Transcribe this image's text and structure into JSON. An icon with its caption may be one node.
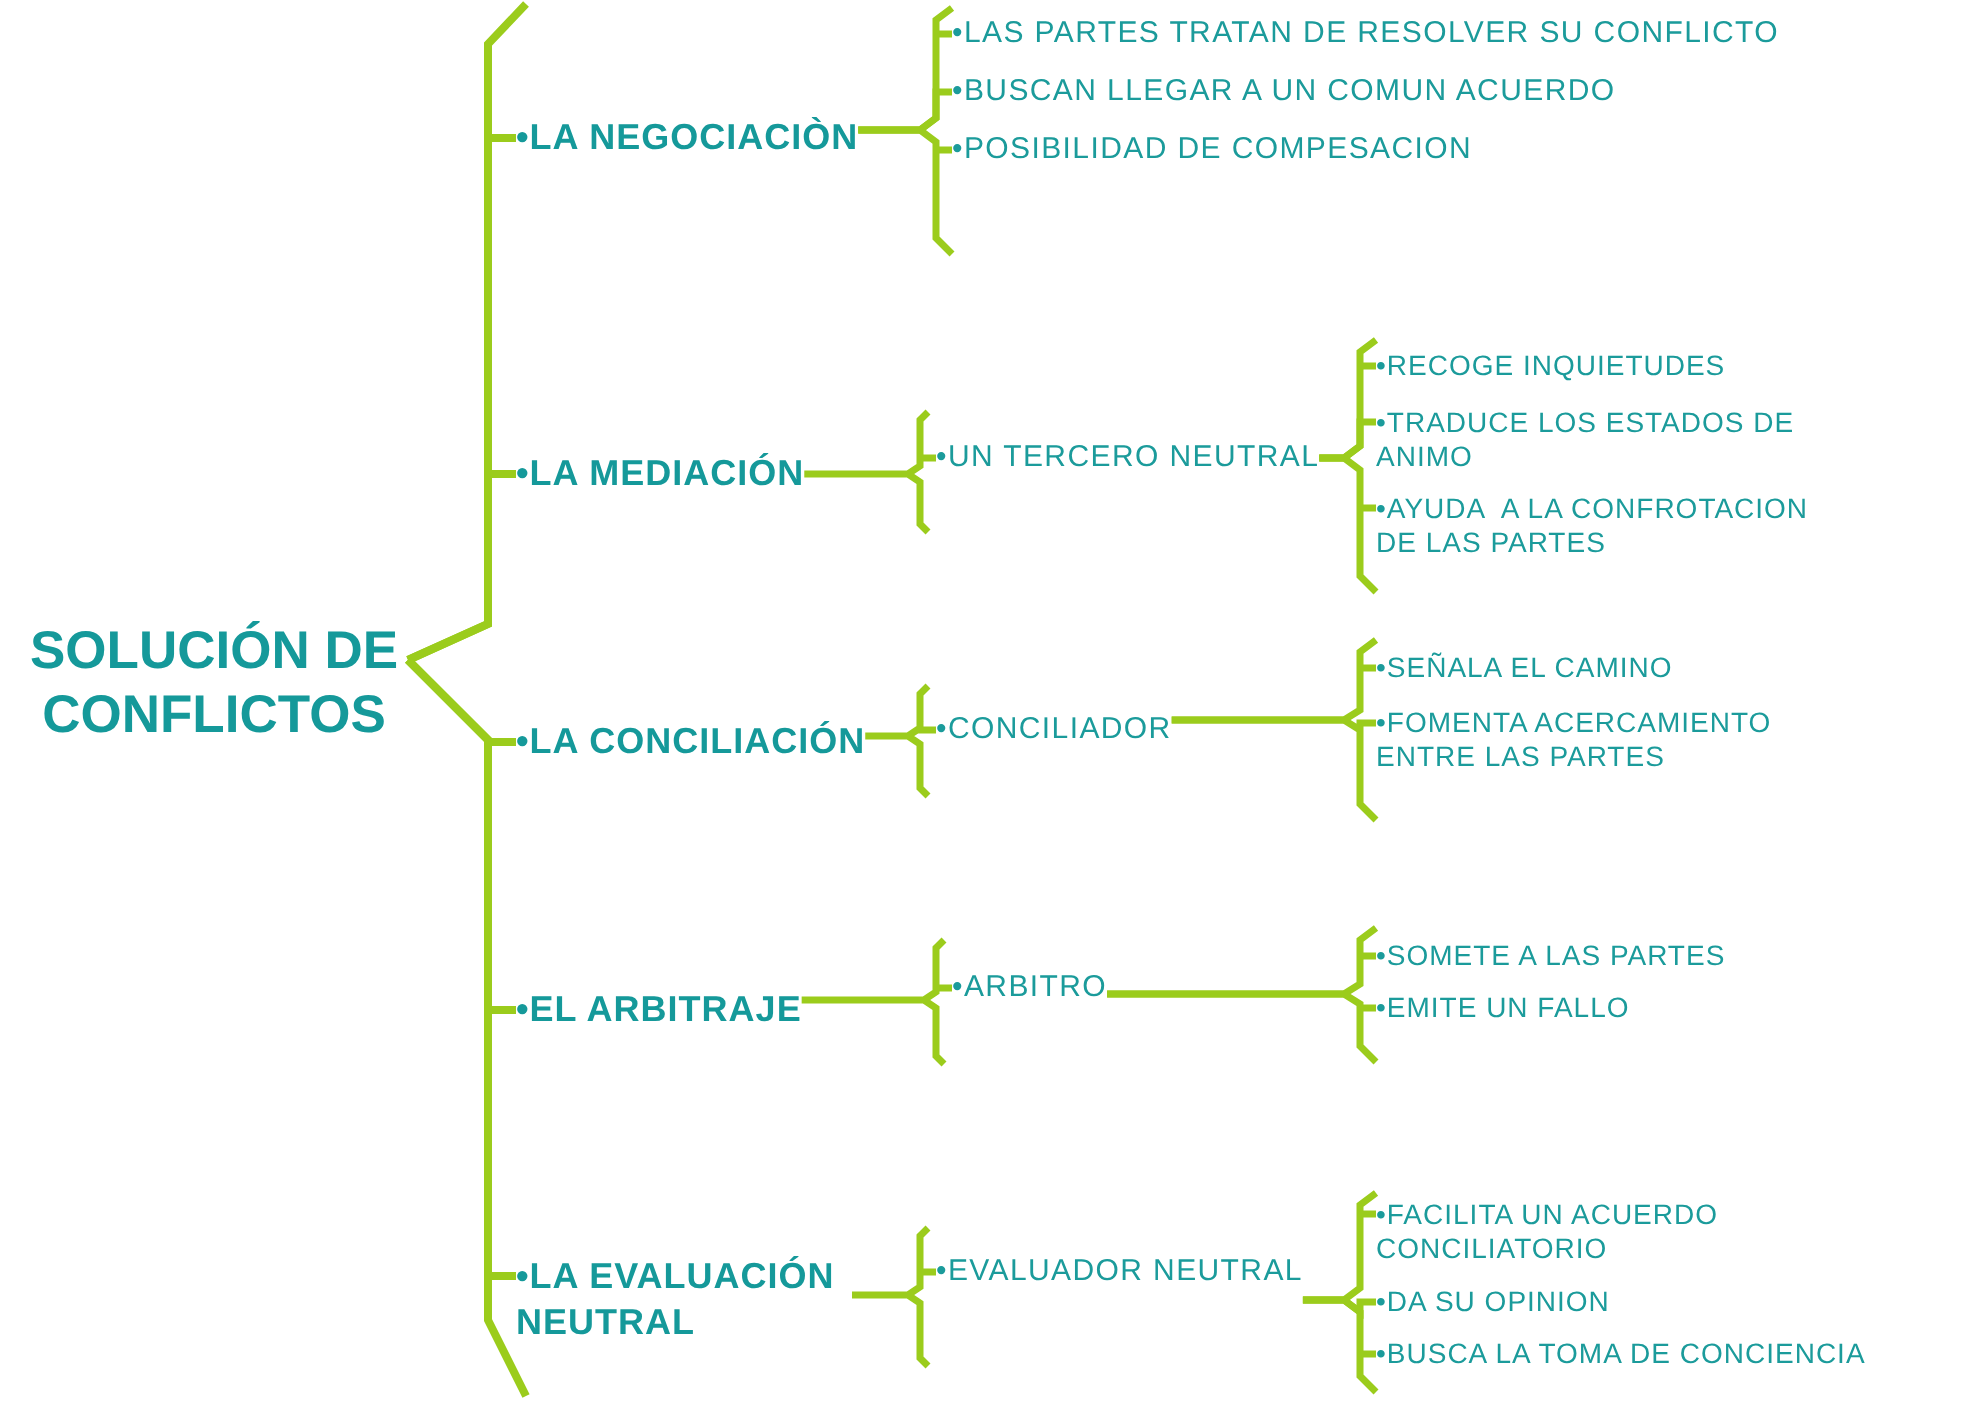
{
  "diagram": {
    "nodes": [
      {
        "text": [
          "SOLUCIÓN DE CONFLICTOS"
        ]
      },
      {
        "text": [
          "•LA NEGOCIACIÒN"
        ]
      },
      {
        "text": [
          "•LAS PARTES TRATAN DE RESOLVER SU CONFLICTO"
        ]
      },
      {
        "text": [
          "•BUSCAN LLEGAR A UN COMUN ACUERDO"
        ]
      },
      {
        "text": [
          "•POSIBILIDAD DE COMPESACION"
        ]
      },
      {
        "text": [
          "•LA MEDIACIÓN"
        ]
      },
      {
        "text": [
          "•UN TERCERO NEUTRAL"
        ]
      },
      {
        "text": [
          "•RECOGE INQUIETUDES"
        ]
      },
      {
        "text": [
          "•TRADUCE LOS ESTADOS DE ANIMO"
        ]
      },
      {
        "text": [
          "•AYUDA  A LA CONFROTACION DE LAS PARTES"
        ]
      },
      {
        "text": [
          "•LA CONCILIACIÓN"
        ]
      },
      {
        "text": [
          "•CONCILIADOR"
        ]
      },
      {
        "text": [
          "•SEÑALA EL CAMINO"
        ]
      },
      {
        "text": [
          "•FOMENTA ACERCAMIENTO ENTRE LAS PARTES"
        ]
      },
      {
        "text": [
          "•EL ARBITRAJE"
        ]
      },
      {
        "text": [
          "•ARBITRO"
        ]
      },
      {
        "text": [
          "•SOMETE A LAS PARTES"
        ]
      },
      {
        "text": [
          "•EMITE UN FALLO"
        ]
      },
      {
        "text": [
          "•LA EVALUACIÓN NEUTRAL"
        ]
      },
      {
        "text": [
          "•EVALUADOR NEUTRAL"
        ]
      },
      {
        "text": [
          "•FACILITA UN ACUERDO CONCILIATORIO"
        ]
      },
      {
        "text": [
          "•DA SU OPINION"
        ]
      },
      {
        "text": [
          "•BUSCA LA TOMA DE CONCIENCIA"
        ]
      }
    ],
    "edges": [
      {
        "from": 0,
        "to": 1,
        "arrow": "none"
      },
      {
        "from": 0,
        "to": 5,
        "arrow": "none"
      },
      {
        "from": 0,
        "to": 10,
        "arrow": "none"
      },
      {
        "from": 0,
        "to": 14,
        "arrow": "none"
      },
      {
        "from": 0,
        "to": 18,
        "arrow": "none"
      },
      {
        "from": 1,
        "to": 2,
        "arrow": "none"
      },
      {
        "from": 1,
        "to": 3,
        "arrow": "none"
      },
      {
        "from": 1,
        "to": 4,
        "arrow": "none"
      },
      {
        "from": 5,
        "to": 6,
        "arrow": "none"
      },
      {
        "from": 6,
        "to": 7,
        "arrow": "none"
      },
      {
        "from": 6,
        "to": 8,
        "arrow": "none"
      },
      {
        "from": 6,
        "to": 9,
        "arrow": "none"
      },
      {
        "from": 10,
        "to": 11,
        "arrow": "none"
      },
      {
        "from": 11,
        "to": 12,
        "arrow": "none"
      },
      {
        "from": 11,
        "to": 13,
        "arrow": "none"
      },
      {
        "from": 14,
        "to": 15,
        "arrow": "none"
      },
      {
        "from": 15,
        "to": 16,
        "arrow": "none"
      },
      {
        "from": 15,
        "to": 17,
        "arrow": "none"
      },
      {
        "from": 18,
        "to": 19,
        "arrow": "none"
      },
      {
        "from": 19,
        "to": 20,
        "arrow": "none"
      },
      {
        "from": 19,
        "to": 21,
        "arrow": "none"
      },
      {
        "from": 19,
        "to": 22,
        "arrow": "none"
      }
    ]
  }
}
